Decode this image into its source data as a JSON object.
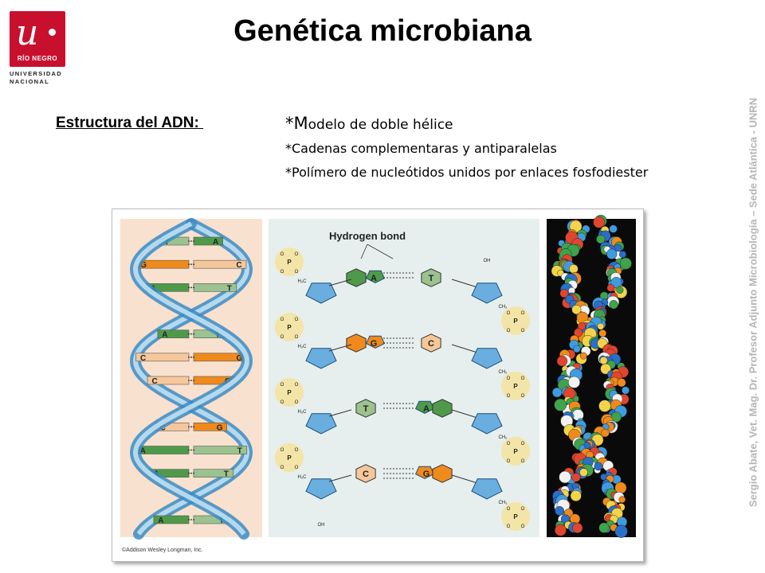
{
  "logo": {
    "letter": "u",
    "city": "RÍO NEGRO",
    "line1": "UNIVERSIDAD",
    "line2": "NACIONAL"
  },
  "title": "Genética microbiana",
  "section": {
    "label": "Estructura del ADN: ",
    "bullets": [
      {
        "lead": "*M",
        "rest": "odelo de doble hélice"
      },
      {
        "lead": "*",
        "rest": "Cadenas complementaras y antiparalelas"
      },
      {
        "lead": "*",
        "rest": "Polímero de nucleótidos unidos por enlaces fosfodiester"
      }
    ]
  },
  "side_credit": "Sergio Abate, Vet. Mag. Dr. Profesor Adjunto Microbiología – Sede Atlántica - UNRN",
  "figure": {
    "hbond_label": "Hydrogen bond",
    "copyright": "©Addison Wesley Longman, Inc.",
    "helix_pairs": [
      [
        "T",
        "A"
      ],
      [
        "G",
        "C"
      ],
      [
        "A",
        "T"
      ],
      [
        "G",
        "C"
      ],
      [
        "A",
        "T"
      ],
      [
        "C",
        "G"
      ],
      [
        "C",
        "G"
      ],
      [
        "T",
        "A"
      ],
      [
        "C",
        "G"
      ],
      [
        "A",
        "T"
      ],
      [
        "A",
        "T"
      ],
      [
        "G",
        "C"
      ],
      [
        "A",
        "T"
      ]
    ],
    "chem_pairs": [
      [
        "A",
        "T"
      ],
      [
        "G",
        "C"
      ],
      [
        "T",
        "A"
      ],
      [
        "C",
        "G"
      ]
    ],
    "labels": {
      "oh": "OH",
      "h2c": "H₂C",
      "ch2": "CH₂",
      "p": "P",
      "o": "O"
    },
    "colors": {
      "adenine": "#4f9a4a",
      "thymine": "#9bc28f",
      "guanine": "#f08a1c",
      "cytosine": "#f6c79a",
      "sugar": "#6aaee0",
      "phosphate": "#f4e29a",
      "helix_bg": "#f8e1cf",
      "chem_bg": "#e6efee",
      "space_bg": "#0a0a0a"
    }
  }
}
